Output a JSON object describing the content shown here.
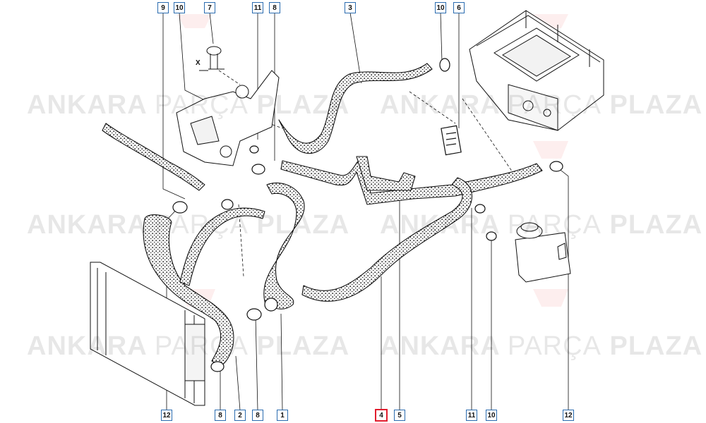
{
  "watermark": {
    "brand": "ANKARA",
    "middle": "PARÇA",
    "suffix": "PLAZA"
  },
  "dimension_label": "X",
  "highlight_color": "#e11d2e",
  "callout_border_color": "#2b6cb0",
  "callouts": {
    "top": [
      "9",
      "10",
      "7",
      "11",
      "8",
      "3",
      "10",
      "6"
    ],
    "bottom": [
      "12",
      "8",
      "2",
      "8",
      "1",
      "4",
      "5",
      "11",
      "10",
      "12"
    ]
  },
  "highlighted_part": "4"
}
